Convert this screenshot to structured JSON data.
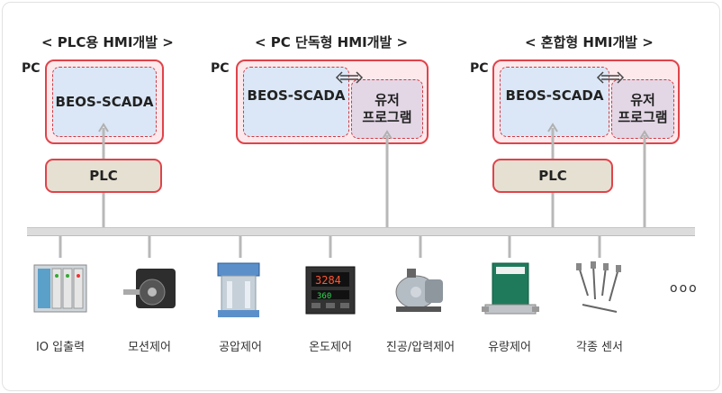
{
  "sections": [
    {
      "title": "< PLC용 HMI개발 >",
      "pc_label": "PC",
      "scada_label": "BEOS-SCADA",
      "plc_label": "PLC"
    },
    {
      "title": "< PC 단독형 HMI개발 >",
      "pc_label": "PC",
      "scada_label": "BEOS-SCADA",
      "user_label_line1": "유저",
      "user_label_line2": "프로그램"
    },
    {
      "title": "< 혼합형 HMI개발 >",
      "pc_label": "PC",
      "scada_label": "BEOS-SCADA",
      "user_label_line1": "유저",
      "user_label_line2": "프로그램",
      "plc_label": "PLC"
    }
  ],
  "devices": [
    {
      "label": "IO 입출력",
      "icon": "io-module-icon"
    },
    {
      "label": "모션제어",
      "icon": "servo-motor-icon"
    },
    {
      "label": "공압제어",
      "icon": "pneumatic-cylinder-icon"
    },
    {
      "label": "온도제어",
      "icon": "temperature-controller-icon"
    },
    {
      "label": "진공/압력제어",
      "icon": "vacuum-pump-icon"
    },
    {
      "label": "유량제어",
      "icon": "flow-controller-icon"
    },
    {
      "label": "각종 센서",
      "icon": "sensors-icon"
    }
  ],
  "more_label": "ooo",
  "colors": {
    "border_red": "#e0434a",
    "scada_blue": "#dbe7f6",
    "user_purple": "#e3d7e6",
    "plc_beige": "#e6e0d2",
    "pc_pink": "#fde9ec"
  }
}
